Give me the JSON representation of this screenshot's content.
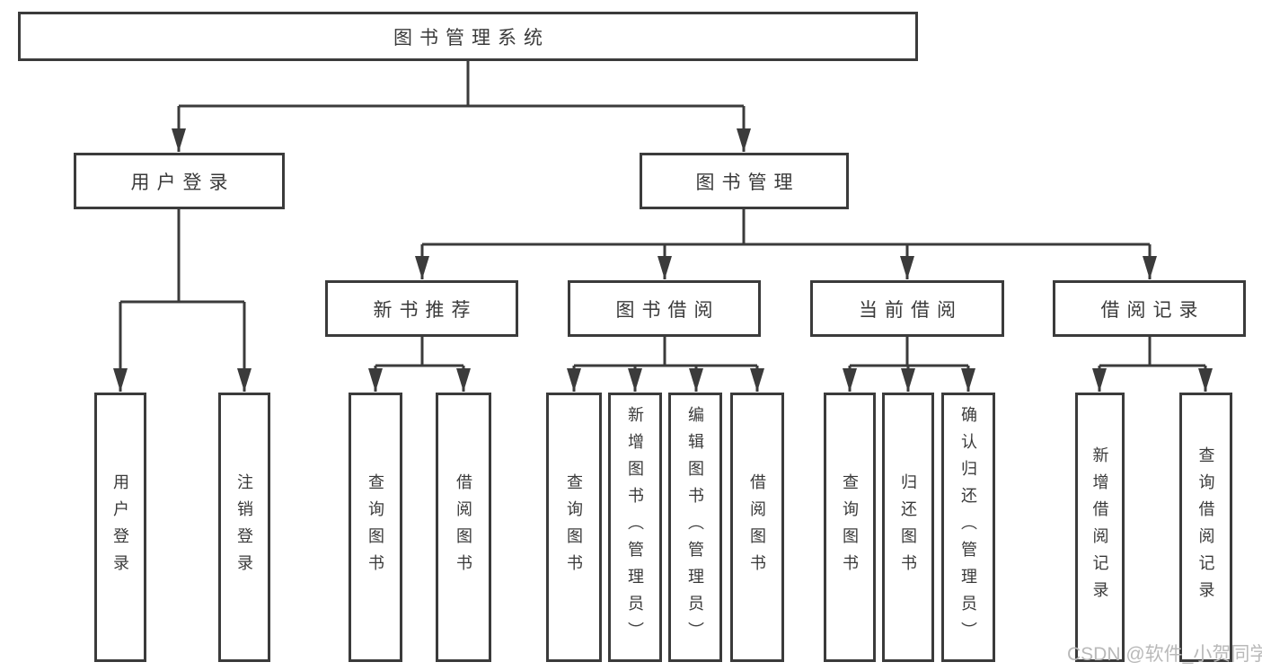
{
  "nodes": {
    "root": "图书管理系统",
    "level2": [
      "用户登录",
      "图书管理"
    ],
    "level3": [
      "新书推荐",
      "图书借阅",
      "当前借阅",
      "借阅记录"
    ],
    "leaves_login": [
      "用户登录",
      "注销登录"
    ],
    "leaves_newbook": [
      "查询图书",
      "借阅图书"
    ],
    "leaves_borrow": [
      "查询图书",
      "新增图书（管理员）",
      "编辑图书（管理员）",
      "借阅图书"
    ],
    "leaves_current": [
      "查询图书",
      "归还图书",
      "确认归还（管理员）"
    ],
    "leaves_record": [
      "新增借阅记录",
      "查询借阅记录"
    ]
  },
  "colors": {
    "line": "#3b3b3b",
    "text": "#3a3a3a",
    "background": "#ffffff",
    "watermark": "#b9b9b9"
  },
  "watermark": "CSDN @软件_小贺同学"
}
